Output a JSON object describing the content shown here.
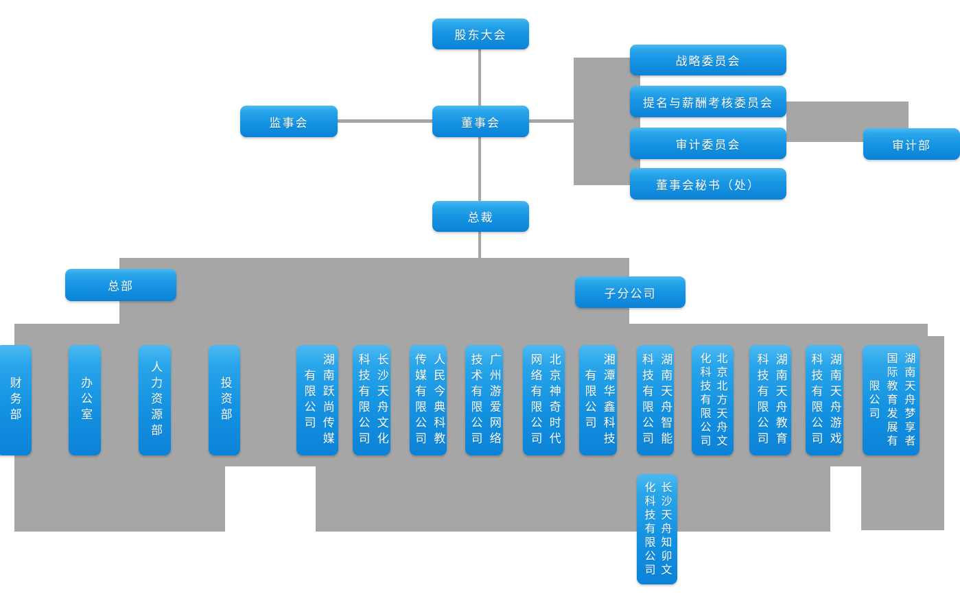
{
  "colors": {
    "box_gradient_top": "#4cb9f1",
    "box_gradient_mid": "#1593e2",
    "box_gradient_bottom": "#0c82d7",
    "connector_gray": "#a6a6a6",
    "box_text": "#ffffff"
  },
  "nodes": {
    "shareholders": "股东大会",
    "supervisory": "监事会",
    "board": "董事会",
    "president": "总裁",
    "headquarters": "总部",
    "subsidiaries_group": "子分公司",
    "audit_department": "审计部"
  },
  "committees": [
    {
      "label": "战略委员会"
    },
    {
      "label": "提名与薪酬考核委员会"
    },
    {
      "label": "审计委员会"
    },
    {
      "label": "董事会秘书（处）"
    }
  ],
  "departments": [
    {
      "label": "财务部"
    },
    {
      "label": "办公室"
    },
    {
      "label": "人力资源部"
    },
    {
      "label": "投资部"
    }
  ],
  "companies": [
    {
      "label": "湖南跃尚传媒有限公司"
    },
    {
      "label": "长沙天舟文化科技有限公司"
    },
    {
      "label": "人民今典科教传媒有限公司"
    },
    {
      "label": "广州游爱网络技术有限公司"
    },
    {
      "label": "北京神奇时代网络有限公司"
    },
    {
      "label": "湘潭华鑫科技有限公司"
    },
    {
      "label": "湖南天舟智能科技有限公司"
    },
    {
      "label": "北京北方天舟文化科技有限公司"
    },
    {
      "label": "湖南天舟教育科技有限公司"
    },
    {
      "label": "湖南天舟游戏科技有限公司"
    },
    {
      "label": "湖南天舟梦享者国际教育发展有限公司"
    }
  ],
  "sub_company": {
    "label": "长沙天舟知卯文化科技有限公司"
  }
}
